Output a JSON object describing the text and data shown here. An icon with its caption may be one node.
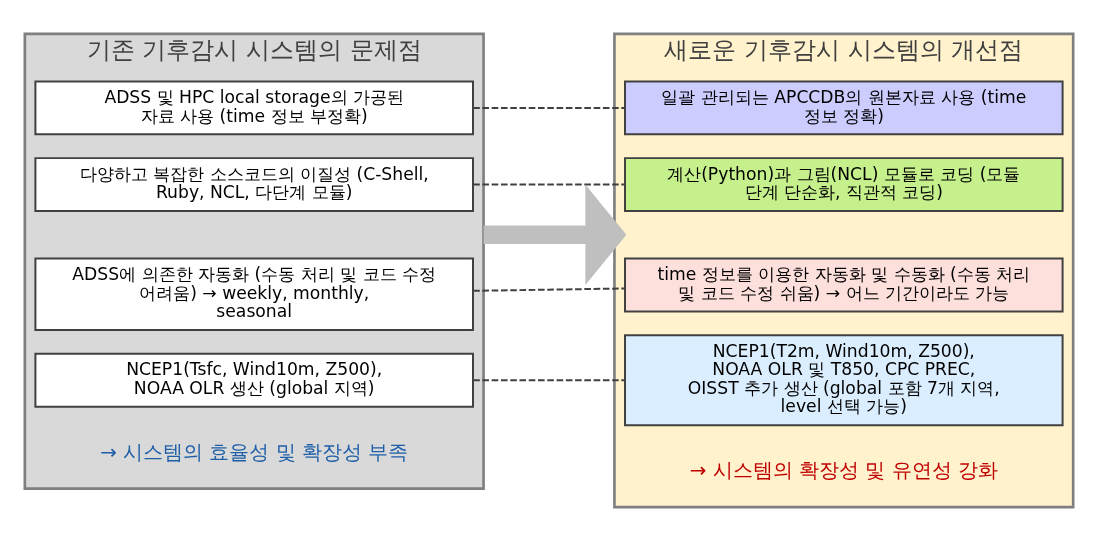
{
  "diagram": {
    "nodes": [
      {
        "text": [
          "기존 기후감시 시스템의 문제점",
          "→ 시스템의 효율성 및 확장성 부족"
        ]
      },
      {
        "text": [
          "ADSS 및 HPC local storage의 가공된 자료 사용 (time 정보 부정확)"
        ],
        "in": 0
      },
      {
        "text": [
          "다양하고 복잡한 소스코드의 이질성 (C-Shell, Ruby, NCL, 다단계 모듈)"
        ],
        "in": 0
      },
      {
        "text": [
          "ADSS에 의존한 자동화 (수동 처리 및 코드 수정 어려움) → weekly, monthly, seasonal"
        ],
        "in": 0
      },
      {
        "text": [
          "NCEP1(Tsfc, Wind10m, Z500), NOAA OLR 생산 (global 지역)"
        ],
        "in": 0
      },
      {
        "text": [
          "새로운 기후감시 시스템의 개선점",
          "→ 시스템의 확장성 및 유연성 강화"
        ]
      },
      {
        "text": [
          "일괄 관리되는 APCCDB의 원본자료 사용 (time 정보 정확)"
        ],
        "in": 5
      },
      {
        "text": [
          "계산(Python)과 그림(NCL) 모듈로 코딩 (모듈 단계 단순화, 직관적 코딩)"
        ],
        "in": 5
      },
      {
        "text": [
          "time 정보를 이용한 자동화 및 수동화 (수동 처리 및 코드 수정 쉬움) → 어느 기간이라도 가능"
        ],
        "in": 5
      },
      {
        "text": [
          "NCEP1(T2m, Wind10m, Z500), NOAA OLR 및 T850, CPC PREC, OISST 추가 생산 (global 포함 7개 지역, level 선택 가능)"
        ],
        "in": 5
      }
    ],
    "edges": [
      {
        "from": 0,
        "to": 5,
        "arrow": "to",
        "style": "thick",
        "color": "#bfbfbf"
      },
      {
        "from": 1,
        "to": 6,
        "arrow": "none",
        "style": "dashed"
      },
      {
        "from": 2,
        "to": 7,
        "arrow": "none",
        "style": "dashed"
      },
      {
        "from": 3,
        "to": 8,
        "arrow": "none",
        "style": "dashed"
      },
      {
        "from": 4,
        "to": 9,
        "arrow": "none",
        "style": "dashed"
      }
    ]
  }
}
